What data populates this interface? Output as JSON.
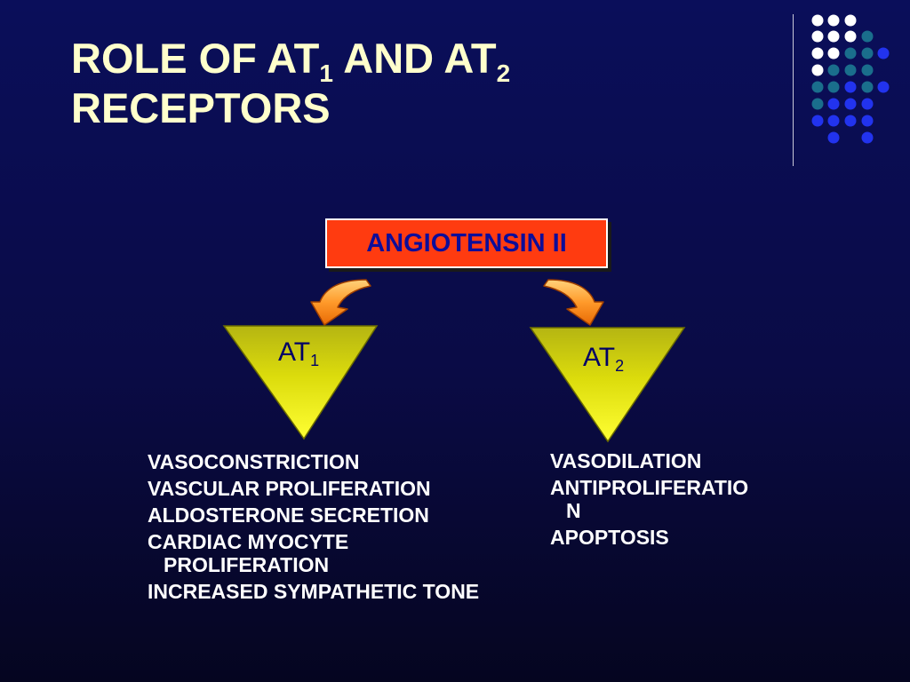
{
  "title": {
    "part1": "ROLE OF AT",
    "sub1": "1",
    "part2": " AND AT",
    "sub2": "2",
    "part3": "RECEPTORS"
  },
  "ligand": "ANGIOTENSIN II",
  "receptors": [
    {
      "name": "AT",
      "subscript": "1",
      "effects": [
        "VASOCONSTRICTION",
        "VASCULAR PROLIFERATION",
        "ALDOSTERONE SECRETION",
        "CARDIAC MYOCYTE PROLIFERATION",
        "INCREASED SYMPATHETIC TONE"
      ]
    },
    {
      "name": "AT",
      "subscript": "2",
      "effects": [
        "VASODILATION",
        "ANTIPROLIFERATION",
        "APOPTOSIS"
      ]
    }
  ],
  "colors": {
    "background": "#0a0e5a",
    "title": "#ffffcc",
    "ligand_box": "#ff3b10",
    "ligand_text": "#0d0d99",
    "triangle": "#d8d80a",
    "arrow": "#ff8a1a",
    "effect_text": "#ffffff",
    "dot_white": "#ffffff",
    "dot_teal": "#1a6e8c",
    "dot_blue": "#2233ee"
  },
  "icons": {
    "left_arrow": "curved-arrow-down-left-icon",
    "right_arrow": "curved-arrow-down-right-icon"
  }
}
